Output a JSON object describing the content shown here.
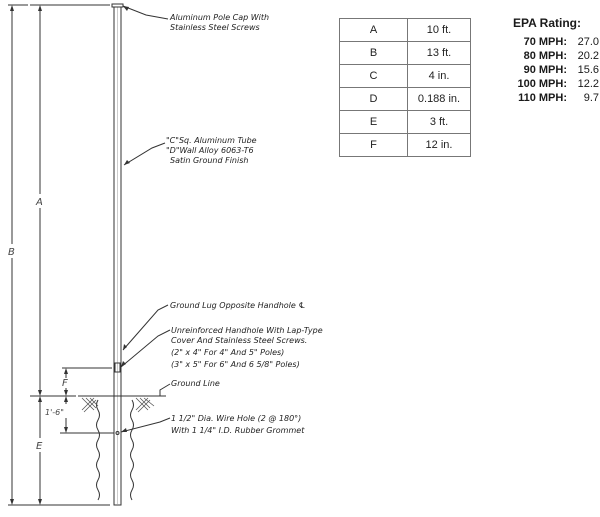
{
  "callouts": {
    "cap": [
      "Aluminum Pole Cap With",
      "Stainless Steel Screws"
    ],
    "tube": [
      "\"C\"Sq. Aluminum Tube",
      "\"D\"Wall Alloy 6063-T6",
      "Satin Ground Finish"
    ],
    "lug": "Ground Lug Opposite Handhole ℄",
    "handhole": [
      "Unreinforced Handhole With Lap-Type",
      "Cover And Stainless Steel Screws.",
      "(2\" x 4\" For 4\" And 5\" Poles)",
      "(3\" x 5\" For 6\" And 6 5/8\" Poles)"
    ],
    "groundline": "Ground Line",
    "wirehole": [
      "1 1/2\" Dia. Wire Hole (2 @ 180°)",
      "With 1 1/4\" I.D. Rubber Grommet"
    ]
  },
  "dimensions": {
    "a": "A",
    "b": "B",
    "e": "E",
    "f": "F",
    "offset": "1'-6\""
  },
  "spec_table": [
    {
      "key": "A",
      "value": "10 ft."
    },
    {
      "key": "B",
      "value": "13 ft."
    },
    {
      "key": "C",
      "value": "4 in."
    },
    {
      "key": "D",
      "value": "0.188 in."
    },
    {
      "key": "E",
      "value": "3 ft."
    },
    {
      "key": "F",
      "value": "12 in."
    }
  ],
  "epa": {
    "title": "EPA Rating:",
    "ratings": [
      {
        "speed": "70 MPH:",
        "value": "27.0"
      },
      {
        "speed": "80 MPH:",
        "value": "20.2"
      },
      {
        "speed": "90 MPH:",
        "value": "15.6"
      },
      {
        "speed": "100 MPH:",
        "value": "12.2"
      },
      {
        "speed": "110 MPH:",
        "value": "9.7"
      }
    ]
  }
}
